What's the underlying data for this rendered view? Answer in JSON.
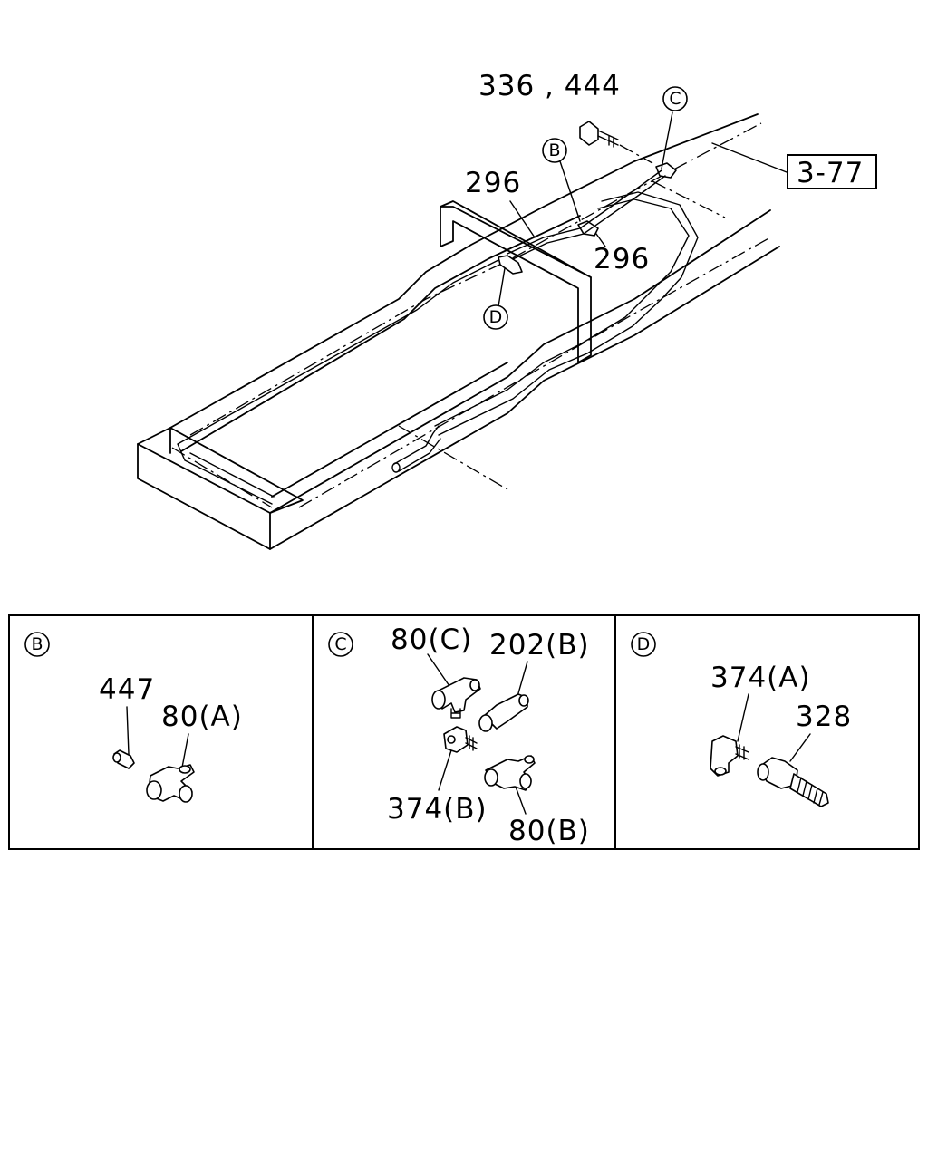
{
  "main": {
    "ref_336_444": "336 , 444",
    "ref_296_upper": "296",
    "ref_296_lower": "296",
    "callout_b": "B",
    "callout_c": "C",
    "callout_d": "D",
    "page_ref": "3-77"
  },
  "details": [
    {
      "id": "B",
      "labels": {
        "p447": "447",
        "p80a": "80(A)"
      }
    },
    {
      "id": "C",
      "labels": {
        "p80c": "80(C)",
        "p202b": "202(B)",
        "p374b": "374(B)",
        "p80b": "80(B)"
      }
    },
    {
      "id": "D",
      "labels": {
        "p374a": "374(A)",
        "p328": "328"
      }
    }
  ]
}
